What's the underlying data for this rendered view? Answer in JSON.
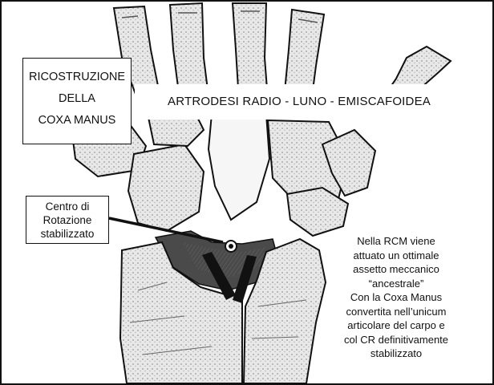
{
  "title_left": {
    "lines": [
      "RICOSTRUZIONE",
      "DELLA",
      "COXA MANUS"
    ]
  },
  "title_right": "ARTRODESI RADIO - LUNO - EMISCAFOIDEA",
  "callout": {
    "lines": [
      "Centro di",
      "Rotazione",
      "stabilizzato"
    ]
  },
  "description": {
    "lines": [
      "Nella RCM viene",
      "attuato un ottimale",
      "assetto meccanico",
      "“ancestrale”",
      "Con la Coxa Manus",
      "convertita nell’unicum",
      "articolare del carpo e",
      "col CR definitivamente",
      "stabilizzato"
    ]
  },
  "colors": {
    "bone_fill": "#eeeeee",
    "shade_dark": "#555555",
    "outline": "#111111",
    "background": "#ffffff"
  }
}
